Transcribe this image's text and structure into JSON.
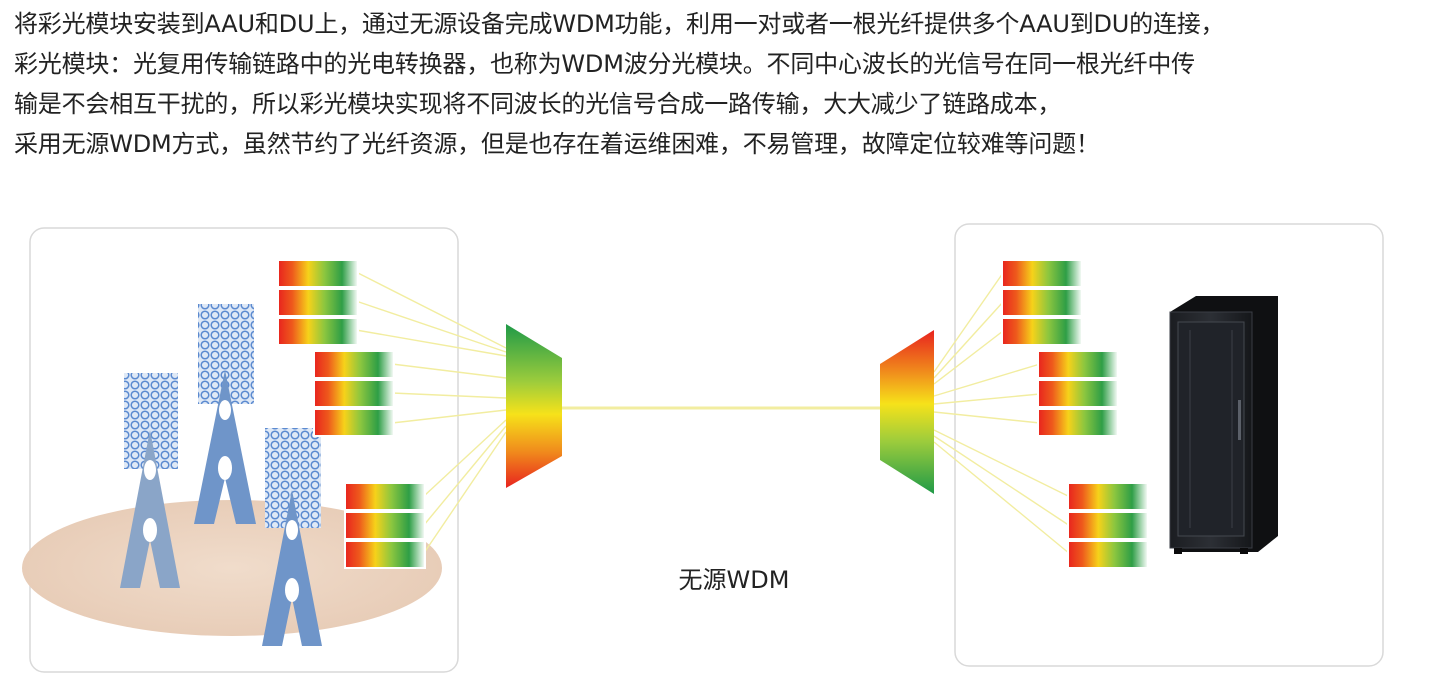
{
  "description_lines": [
    "将彩光模块安装到AAU和DU上，通过无源设备完成WDM功能，利用一对或者一根光纤提供多个AAU到DU的连接，",
    "彩光模块：光复用传输链路中的光电转换器，也称为WDM波分光模块。不同中心波长的光信号在同一根光纤中传",
    "输是不会相互干扰的，所以彩光模块实现将不同波长的光信号合成一路传输，大大减少了链路成本，",
    "采用无源WDM方式，虽然节约了光纤资源，但是也存在着运维困难，不易管理，故障定位较难等问题！"
  ],
  "diagram": {
    "caption": "无源WDM",
    "left_panel_icons": [
      "tower-icon",
      "tower-icon",
      "tower-icon"
    ],
    "right_panel_icons": [
      "server-rack-icon"
    ],
    "module_colors": [
      "#e8231e",
      "#f07a1a",
      "#f6d21a",
      "#8cc63f",
      "#2e9e46",
      "#ffffff"
    ],
    "fiber_color": "#f5f0a8"
  }
}
